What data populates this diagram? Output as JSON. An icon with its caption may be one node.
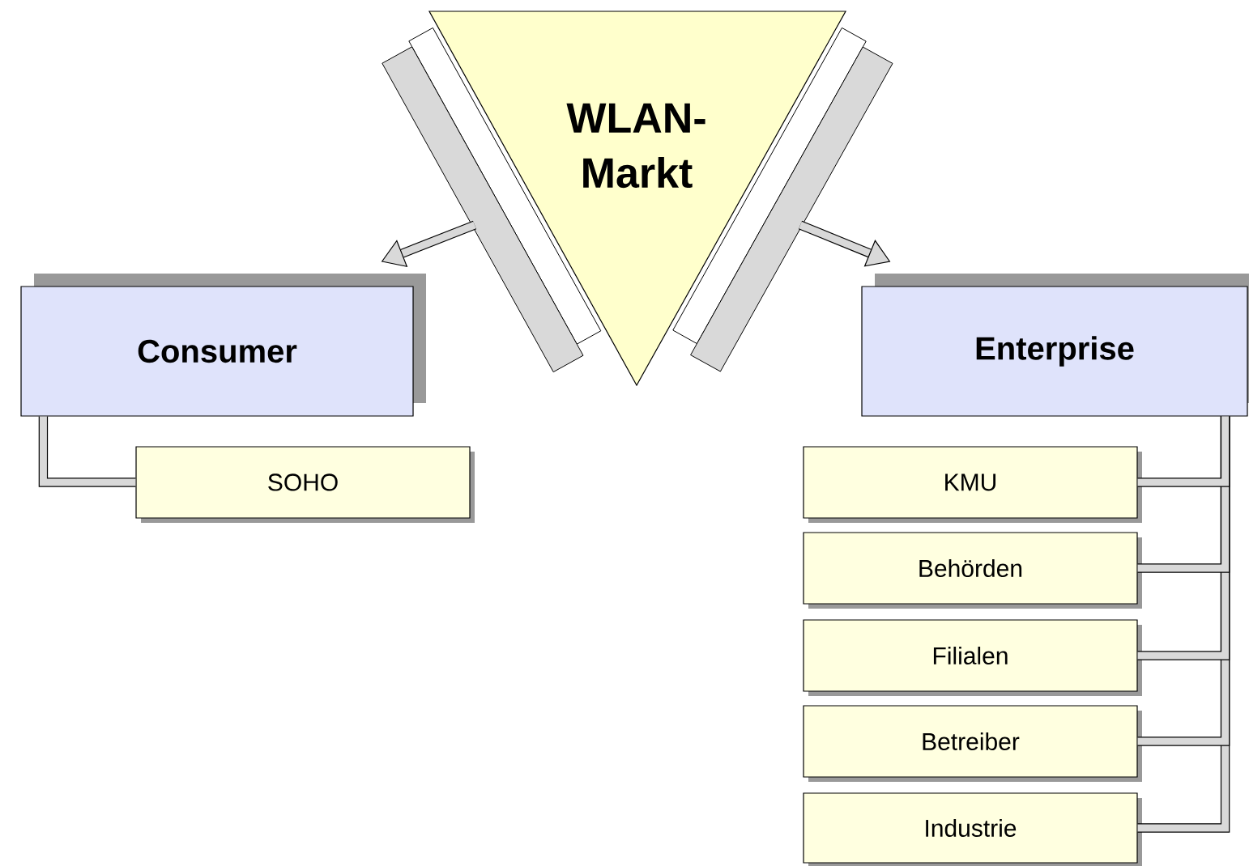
{
  "diagram": {
    "nodes": [
      {
        "text": [
          "WLAN- Markt"
        ]
      },
      {
        "text": [
          "Consumer"
        ]
      },
      {
        "text": [
          "SOHO"
        ]
      },
      {
        "text": [
          "Enterprise"
        ]
      },
      {
        "text": [
          "KMU"
        ]
      },
      {
        "text": [
          "Behörden"
        ]
      },
      {
        "text": [
          "Filialen"
        ]
      },
      {
        "text": [
          "Betreiber"
        ]
      },
      {
        "text": [
          "Industrie"
        ]
      }
    ],
    "edges": [
      {
        "from": 0,
        "to": 1,
        "arrow": "to"
      },
      {
        "from": 0,
        "to": 3,
        "arrow": "to"
      },
      {
        "from": 1,
        "to": 2,
        "arrow": "none"
      },
      {
        "from": 3,
        "to": 4,
        "arrow": "none"
      },
      {
        "from": 3,
        "to": 5,
        "arrow": "none"
      },
      {
        "from": 3,
        "to": 6,
        "arrow": "none"
      },
      {
        "from": 3,
        "to": 7,
        "arrow": "none"
      },
      {
        "from": 3,
        "to": 8,
        "arrow": "none"
      }
    ]
  }
}
